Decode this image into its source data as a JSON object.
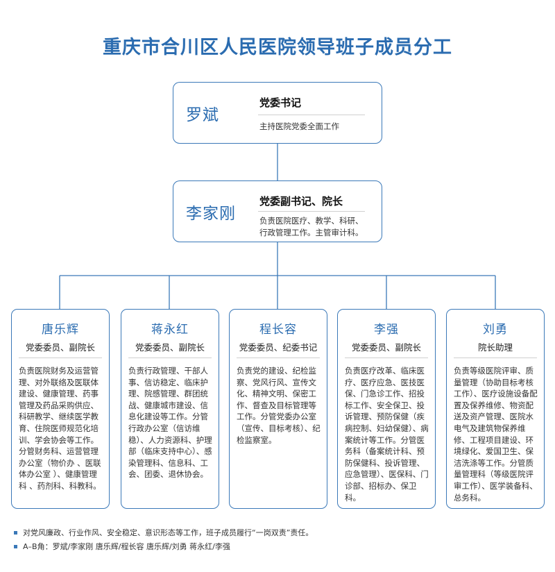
{
  "title": "重庆市合川区人民医院领导班子成员分工",
  "colors": {
    "accent": "#2b6cb0",
    "border": "#3a78b8",
    "connector": "#3a78b8"
  },
  "leaders": [
    {
      "name": "罗斌",
      "role": "党委书记",
      "duty": "主持医院党委全面工作"
    },
    {
      "name": "李家刚",
      "role": "党委副书记、院长",
      "duty": "负责医院医疗、教学、科研、行政管理工作。主管审计科。"
    }
  ],
  "members": [
    {
      "name": "唐乐辉",
      "role": "党委委员、副院长",
      "duty": "负责医院财务及运营管理、对外联络及医联体建设、健康管理、药事管理及药品采购供应、科研教学、继续医学教育、住院医师规范化培训、学会协会等工作。分管财务科、运营管理办公室（物价办 、医联体办公室 ）、健康管理科 、药剂科、科教科。"
    },
    {
      "name": "蒋永红",
      "role": "党委委员、副院长",
      "duty": "负责行政管理、干部人事、信访稳定、临床护理、院感管理、群团统战、健康城市建设、信息化建设等工作。分管行政办公室（信访维稳）、人力资源科、护理部（临床支持中心）、感染管理科、信息科、工会、团委、退休协会。"
    },
    {
      "name": "程长容",
      "role": "党委委员、纪委书记",
      "duty": "负责党的建设、纪检监察、党风行风、宣传文化、精神文明、保密工作、督查及目标管理等工作。分管党委办公室（宣传、目标考核）、纪检监察室。"
    },
    {
      "name": "李强",
      "role": "党委委员、副院长",
      "duty": "负责医疗改革、临床医疗、医疗应急、医技医保、门急诊工作、招投标工作、安全保卫、投诉管理、预防保健（疾病控制、妇幼保健）、病案统计等工作。分管医务科（备案统计科、预防保健科、投诉管理、应急管理）、医保科、门诊部、招标办、保卫科。"
    },
    {
      "name": "刘勇",
      "role": "院长助理",
      "duty": "负责等级医院评审、质量管理（协助目标考核工作）、医疗设施设备配置及保养维修、物资配送及资产管理、医院水电气及建筑物保养维修、工程项目建设、环境绿化、爱国卫生、保洁洗涤等工作。分管质量管理科（等级医院评审工作）、医学装备科、总务科。"
    }
  ],
  "notes": [
    "对党风廉政、行业作风、安全稳定、意识形态等工作，班子成员履行“一岗双责”责任。",
    "A–B角：罗斌/李家刚 唐乐辉/程长容 唐乐辉/刘勇 蒋永红/李强"
  ]
}
